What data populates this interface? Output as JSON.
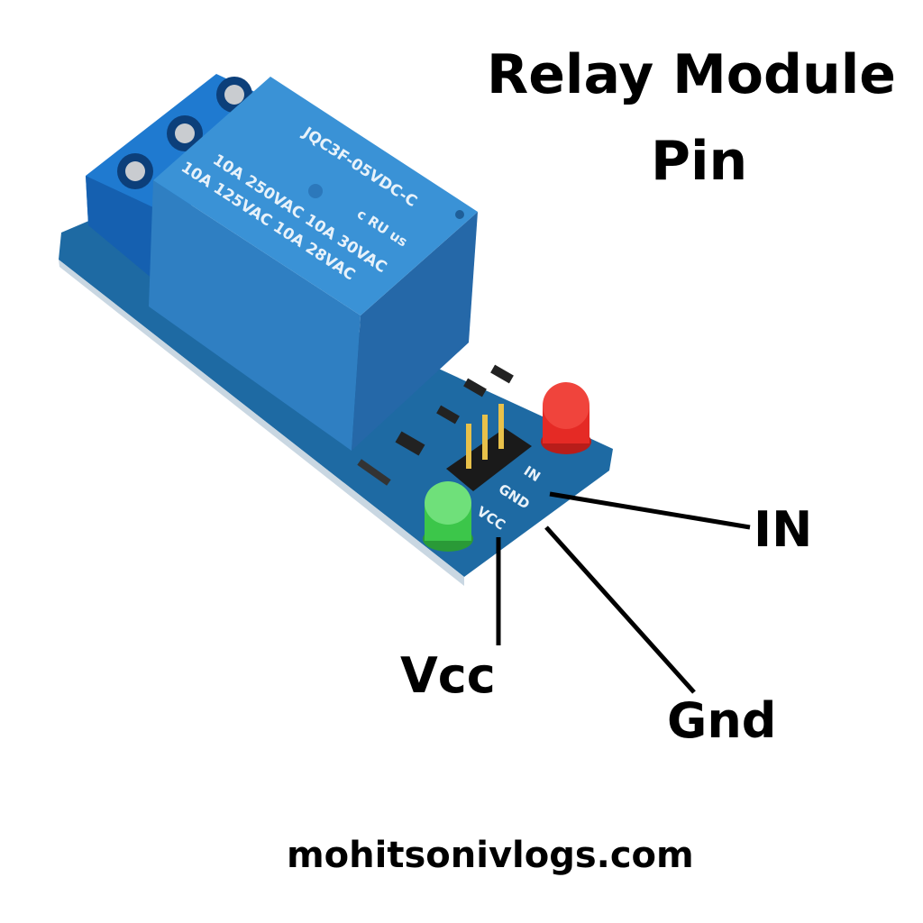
{
  "title": {
    "line1": "Relay Module",
    "line2": "Pin"
  },
  "pin_labels": {
    "in": "IN",
    "vcc": "Vcc",
    "gnd": "Gnd"
  },
  "board_silkscreen": {
    "in": "IN",
    "gnd": "GND",
    "vcc": "VCC"
  },
  "relay_markings": {
    "model": "JQC3F-05VDC-C",
    "rating1": "10A 250VAC 10A 30VAC",
    "rating2": "10A 125VAC 10A 28VAC",
    "cert": "c RU us"
  },
  "footer": {
    "website": "mohitsonivlogs.com"
  },
  "colors": {
    "board": "#1f6fa8",
    "relay": "#3a8fd0",
    "led_red": "#e52a25",
    "led_green": "#3cc64a"
  }
}
